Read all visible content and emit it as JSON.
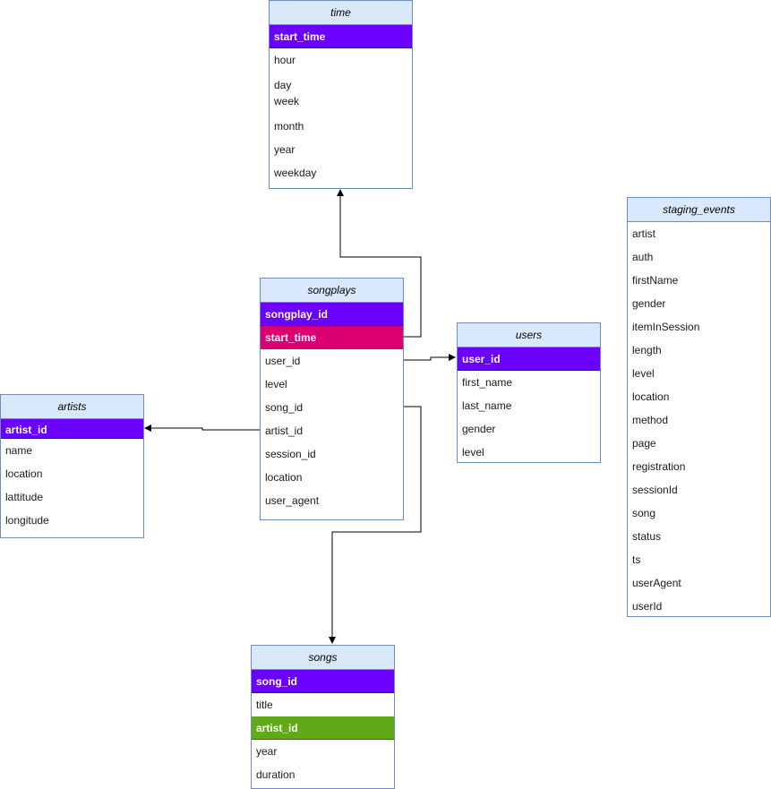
{
  "colors": {
    "header_fill": "#dae8fc",
    "border": "#6c8ebf",
    "primary_key": "#6a00ff",
    "foreign_key_pink": "#d80073",
    "foreign_key_green": "#60a917",
    "connector": "#000000"
  },
  "tables": {
    "time": {
      "title": "time",
      "fields": [
        {
          "name": "start_time",
          "key": "pk"
        },
        {
          "name": "hour"
        },
        {
          "name": "day"
        },
        {
          "name": "week"
        },
        {
          "name": "month"
        },
        {
          "name": "year"
        },
        {
          "name": "weekday"
        }
      ]
    },
    "songplays": {
      "title": "songplays",
      "fields": [
        {
          "name": "songplay_id",
          "key": "pk"
        },
        {
          "name": "start_time",
          "key": "fk-pink"
        },
        {
          "name": "user_id"
        },
        {
          "name": "level"
        },
        {
          "name": "song_id"
        },
        {
          "name": "artist_id"
        },
        {
          "name": "session_id"
        },
        {
          "name": "location"
        },
        {
          "name": "user_agent"
        }
      ]
    },
    "users": {
      "title": "users",
      "fields": [
        {
          "name": "user_id",
          "key": "pk"
        },
        {
          "name": "first_name"
        },
        {
          "name": "last_name"
        },
        {
          "name": "gender"
        },
        {
          "name": "level"
        }
      ]
    },
    "artists": {
      "title": "artists",
      "fields": [
        {
          "name": "artist_id",
          "key": "pk"
        },
        {
          "name": "name"
        },
        {
          "name": "location"
        },
        {
          "name": "lattitude"
        },
        {
          "name": "longitude"
        }
      ]
    },
    "songs": {
      "title": "songs",
      "fields": [
        {
          "name": "song_id",
          "key": "pk"
        },
        {
          "name": "title"
        },
        {
          "name": "artist_id",
          "key": "fk-green"
        },
        {
          "name": "year"
        },
        {
          "name": "duration"
        }
      ]
    },
    "staging_events": {
      "title": "staging_events",
      "fields": [
        {
          "name": "artist"
        },
        {
          "name": "auth"
        },
        {
          "name": "firstName"
        },
        {
          "name": "gender"
        },
        {
          "name": "itemInSession"
        },
        {
          "name": "length"
        },
        {
          "name": "level"
        },
        {
          "name": "location"
        },
        {
          "name": "method"
        },
        {
          "name": "page"
        },
        {
          "name": "registration"
        },
        {
          "name": "sessionId"
        },
        {
          "name": "song"
        },
        {
          "name": "status"
        },
        {
          "name": "ts"
        },
        {
          "name": "userAgent"
        },
        {
          "name": "userId"
        }
      ]
    }
  },
  "relationships": [
    {
      "from": "songplays.start_time",
      "to": "time.start_time"
    },
    {
      "from": "songplays.user_id",
      "to": "users.user_id"
    },
    {
      "from": "songplays.artist_id",
      "to": "artists.artist_id"
    },
    {
      "from": "songplays.song_id",
      "to": "songs.song_id"
    }
  ]
}
